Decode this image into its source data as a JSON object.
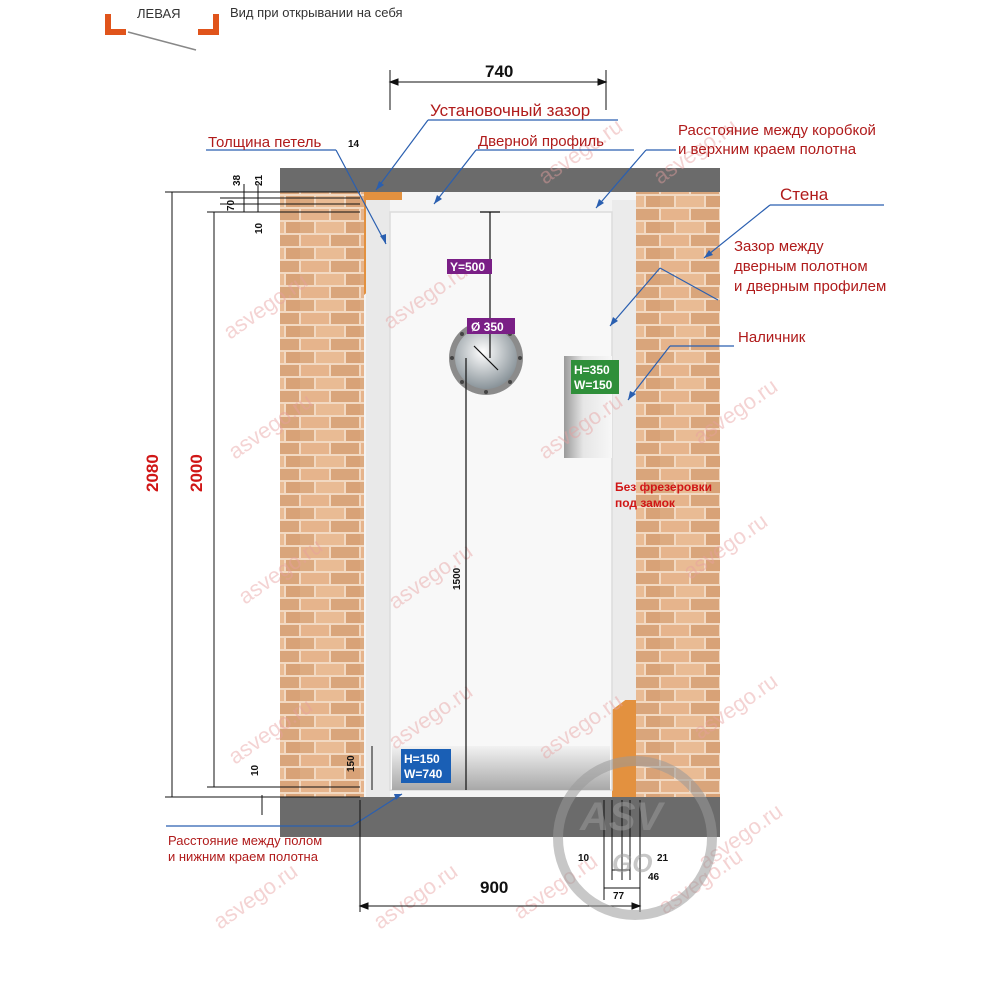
{
  "header": {
    "hinge_side": "ЛЕВАЯ",
    "view_note": "Вид при открывании на себя"
  },
  "dimensions": {
    "leaf_width": "740",
    "total_height": "2080",
    "leaf_height": "2000",
    "opening_width": "900",
    "porthole_height_pos": "1500",
    "top_38": "38",
    "top_21": "21",
    "top_70": "70",
    "top_10": "10",
    "bottom_10": "10",
    "kick_150": "150",
    "bottom_right_10": "10",
    "bottom_right_21": "21",
    "bottom_right_46": "46",
    "bottom_right_77": "77"
  },
  "callouts": {
    "install_gap": "Установочный зазор",
    "hinge_thickness": "Толщина петель",
    "hinge_thickness_value": "14",
    "door_profile": "Дверной профиль",
    "frame_top_gap_line1": "Расстояние между коробкой",
    "frame_top_gap_line2": "и верхним краем полотна",
    "wall": "Стена",
    "leaf_profile_gap_line1": "Зазор между",
    "leaf_profile_gap_line2": "дверным полотном",
    "leaf_profile_gap_line3": "и дверным профилем",
    "casing": "Наличник",
    "no_lock_line1": "Без фрезеровки",
    "no_lock_line2": "под замок",
    "floor_gap_line1": "Расстояние между полом",
    "floor_gap_line2": "и нижним краем полотна"
  },
  "tags": {
    "y_offset": "Y=500",
    "porthole_diameter": "Ø 350",
    "window_h": "H=350",
    "window_w": "W=150",
    "kick_h": "H=150",
    "kick_w": "W=740"
  },
  "logo": {
    "text": "ASV",
    "sub": "GO"
  },
  "watermark": "asvego.ru",
  "colors": {
    "label_red": "#b01b1b",
    "dimension_red": "#d01616",
    "tag_purple": "#7a1f86",
    "tag_green": "#2f8f3a",
    "tag_blue": "#1a5fb5",
    "brick": "#e0b086",
    "wall_grey": "#6b6b6b",
    "frame_orange": "#e38b34"
  }
}
